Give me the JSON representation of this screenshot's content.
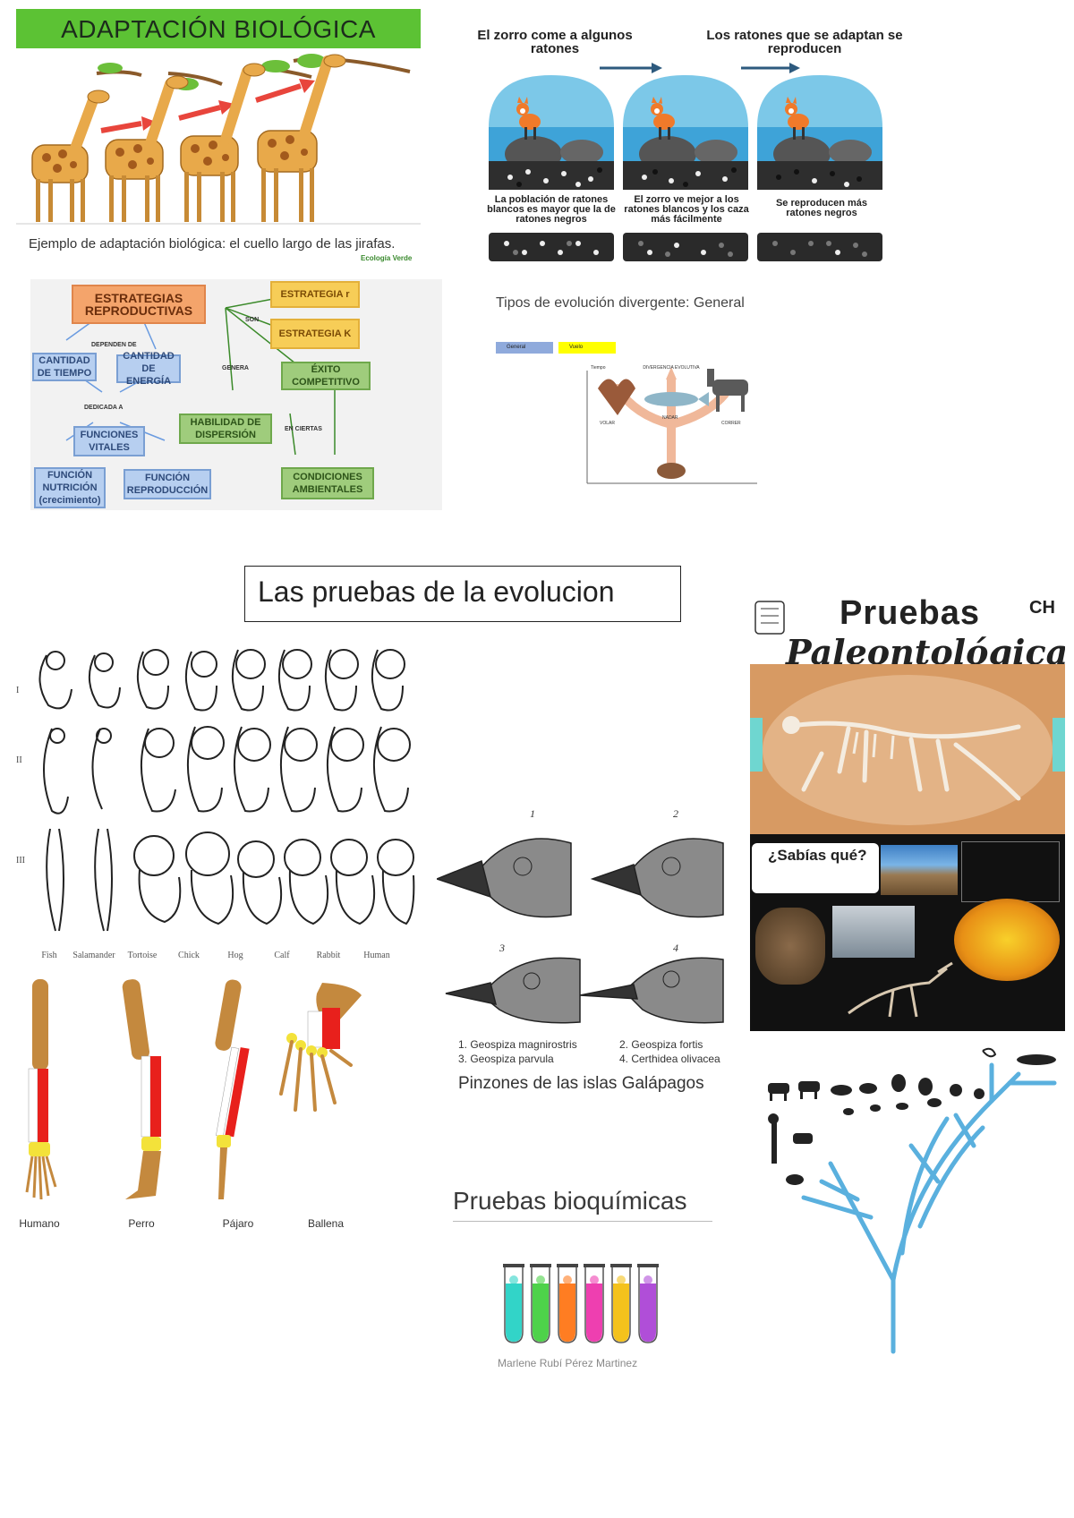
{
  "giraffe": {
    "title": "ADAPTACIÓN BIOLÓGICA",
    "caption": "Ejemplo de adaptación biológica: el cuello largo de las jirafas.",
    "logo": "Ecología Verde"
  },
  "fox": {
    "header_left": "El zorro come a algunos ratones",
    "header_right": "Los ratones que se adaptan se reproducen",
    "captions": [
      "La población de ratones blancos es mayor que la de ratones negros",
      "El zorro ve mejor a los ratones blancos y los caza más fácilmente",
      "Se reproducen más ratones negros"
    ]
  },
  "concept_map": {
    "root": "ESTRATEGIAS REPRODUCTIVAS",
    "strategy_r": "ESTRATEGIA r",
    "strategy_k": "ESTRATEGIA K",
    "exito": "ÉXITO COMPETITIVO",
    "cantidad_tiempo": "CANTIDAD DE TIEMPO",
    "cantidad_energia": "CANTIDAD DE ENERGÍA",
    "funciones_vitales": "FUNCIONES VITALES",
    "funcion_nutricion": "FUNCIÓN NUTRICIÓN (crecimiento)",
    "funcion_reproduccion": "FUNCIÓN REPRODUCCIÓN",
    "habilidad": "HABILIDAD DE DISPERSIÓN",
    "condiciones": "CONDICIONES AMBIENTALES",
    "edge_son": "SON",
    "edge_depende": "DEPENDEN DE",
    "edge_dedicada": "DEDICADA A",
    "edge_genera": "GENERA",
    "edge_en_ciertas": "EN CIERTAS"
  },
  "divergent": {
    "title": "Tipos de evolución divergente: General",
    "legend": [
      "General",
      "Vuelo"
    ],
    "legend_colors": [
      "#8faadc",
      "#ffff00"
    ],
    "diagram_header": "DIVERGENCIA EVOLUTIVA",
    "labels": [
      "Tiempo",
      "VOLAR",
      "NADAR",
      "CORRER"
    ]
  },
  "pruebas_title": "Las pruebas de la evolucion",
  "embryos": {
    "rows": [
      "I",
      "II",
      "III"
    ],
    "labels": [
      "Fish",
      "Salamander",
      "Tortoise",
      "Chick",
      "Hog",
      "Calf",
      "Rabbit",
      "Human"
    ]
  },
  "limbs": {
    "labels": [
      "Humano",
      "Perro",
      "Pájaro",
      "Ballena"
    ]
  },
  "finches": {
    "numbers": [
      "1",
      "2",
      "3",
      "4"
    ],
    "species": [
      "1. Geospiza magnirostris",
      "2. Geospiza fortis",
      "3. Geospiza parvula",
      "4. Certhidea olivacea"
    ],
    "title": "Pinzones de las islas Galápagos"
  },
  "biochem": {
    "title": "Pruebas bioquímicas",
    "author": "Marlene Rubí Pérez Martinez",
    "tube_colors": [
      "#32d4c8",
      "#4ed24a",
      "#ff7d22",
      "#ee3fb0",
      "#f4c21c",
      "#b04ed8"
    ]
  },
  "paleo": {
    "title_line1": "Pruebas",
    "title_line2": "Paleontológicas",
    "sabias": "¿Sabías qué?",
    "logo": "CH"
  }
}
